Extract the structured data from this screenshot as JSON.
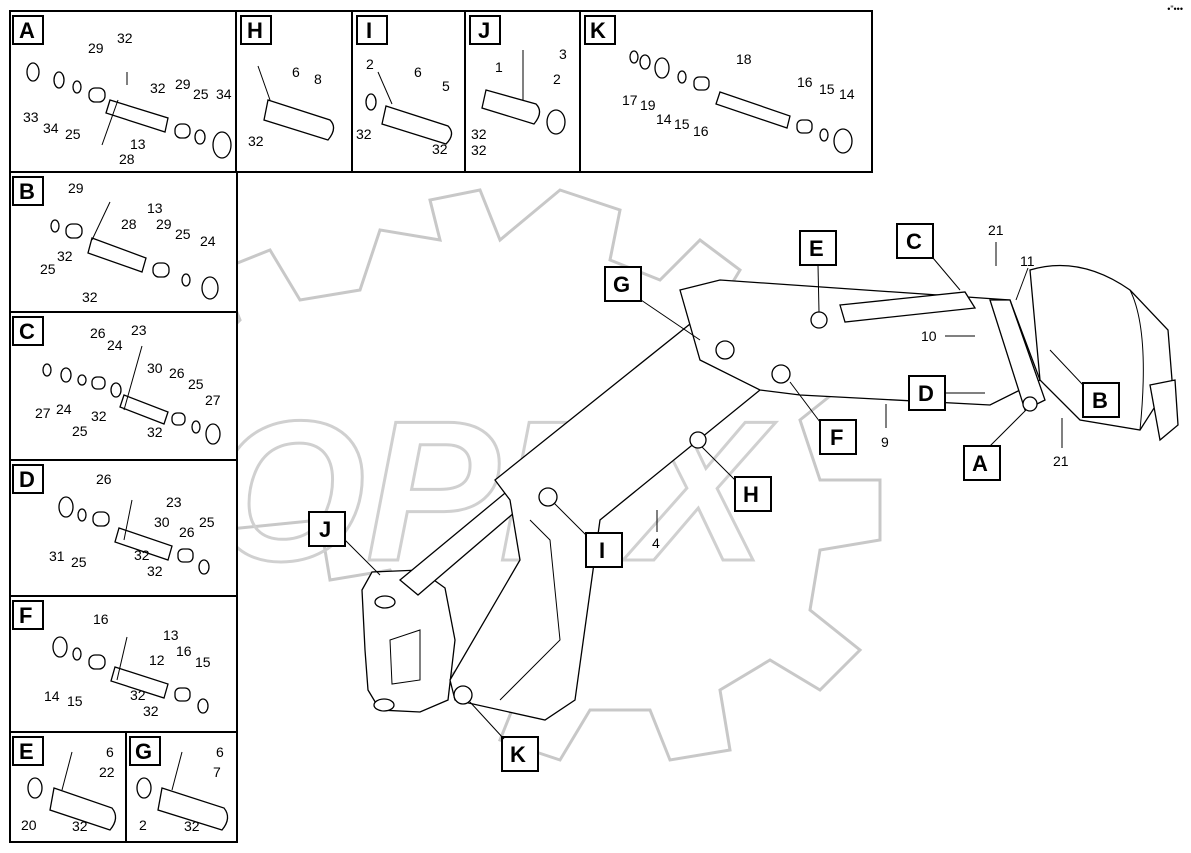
{
  "corner_mark": "•\"•••",
  "watermark": "OPEX",
  "panels": [
    {
      "id": "A",
      "callouts": [
        "29",
        "32",
        "32",
        "29",
        "25",
        "34",
        "33",
        "34",
        "25",
        "13",
        "28"
      ]
    },
    {
      "id": "H",
      "callouts": [
        "6",
        "8",
        "32"
      ]
    },
    {
      "id": "I",
      "callouts": [
        "2",
        "6",
        "5",
        "32",
        "32"
      ]
    },
    {
      "id": "J",
      "callouts": [
        "1",
        "3",
        "2",
        "32",
        "32"
      ]
    },
    {
      "id": "K",
      "callouts": [
        "18",
        "16",
        "15",
        "14",
        "17",
        "19",
        "14",
        "15",
        "16"
      ]
    },
    {
      "id": "B",
      "callouts": [
        "29",
        "13",
        "28",
        "29",
        "25",
        "24",
        "32",
        "25",
        "32"
      ]
    },
    {
      "id": "C",
      "callouts": [
        "26",
        "23",
        "24",
        "30",
        "26",
        "25",
        "27",
        "27",
        "24",
        "32",
        "25",
        "32"
      ]
    },
    {
      "id": "D",
      "callouts": [
        "26",
        "23",
        "30",
        "26",
        "25",
        "31",
        "25",
        "32",
        "32"
      ]
    },
    {
      "id": "F",
      "callouts": [
        "16",
        "13",
        "12",
        "16",
        "15",
        "14",
        "15",
        "32",
        "32"
      ]
    },
    {
      "id": "E",
      "callouts": [
        "6",
        "22",
        "20",
        "32"
      ]
    },
    {
      "id": "G",
      "callouts": [
        "6",
        "7",
        "2",
        "32"
      ]
    }
  ],
  "main_tags": [
    "C",
    "E",
    "G",
    "D",
    "B",
    "F",
    "A",
    "H",
    "I",
    "J",
    "K"
  ],
  "main_callouts": [
    "21",
    "11",
    "10",
    "9",
    "21",
    "4"
  ]
}
